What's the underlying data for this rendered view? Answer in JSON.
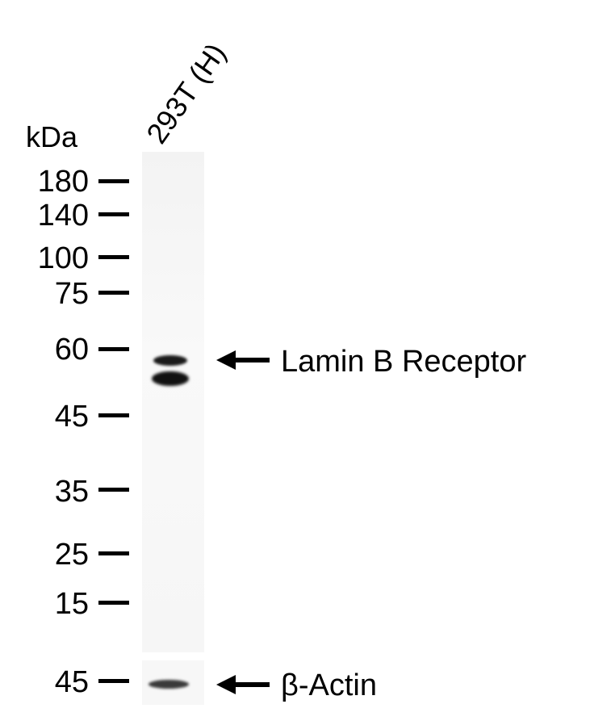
{
  "lane": {
    "label": "293T (H)"
  },
  "unit": "kDa",
  "markers": [
    "180",
    "140",
    "100",
    "75",
    "60",
    "45",
    "35",
    "25",
    "15"
  ],
  "loading_control": {
    "marker": "45",
    "label": "β-Actin"
  },
  "target": {
    "label": "Lamin B Receptor"
  },
  "colors": {
    "background": "#ffffff",
    "blot": "#f7f7f7",
    "band": "#1a1a1a",
    "text": "#000000"
  }
}
